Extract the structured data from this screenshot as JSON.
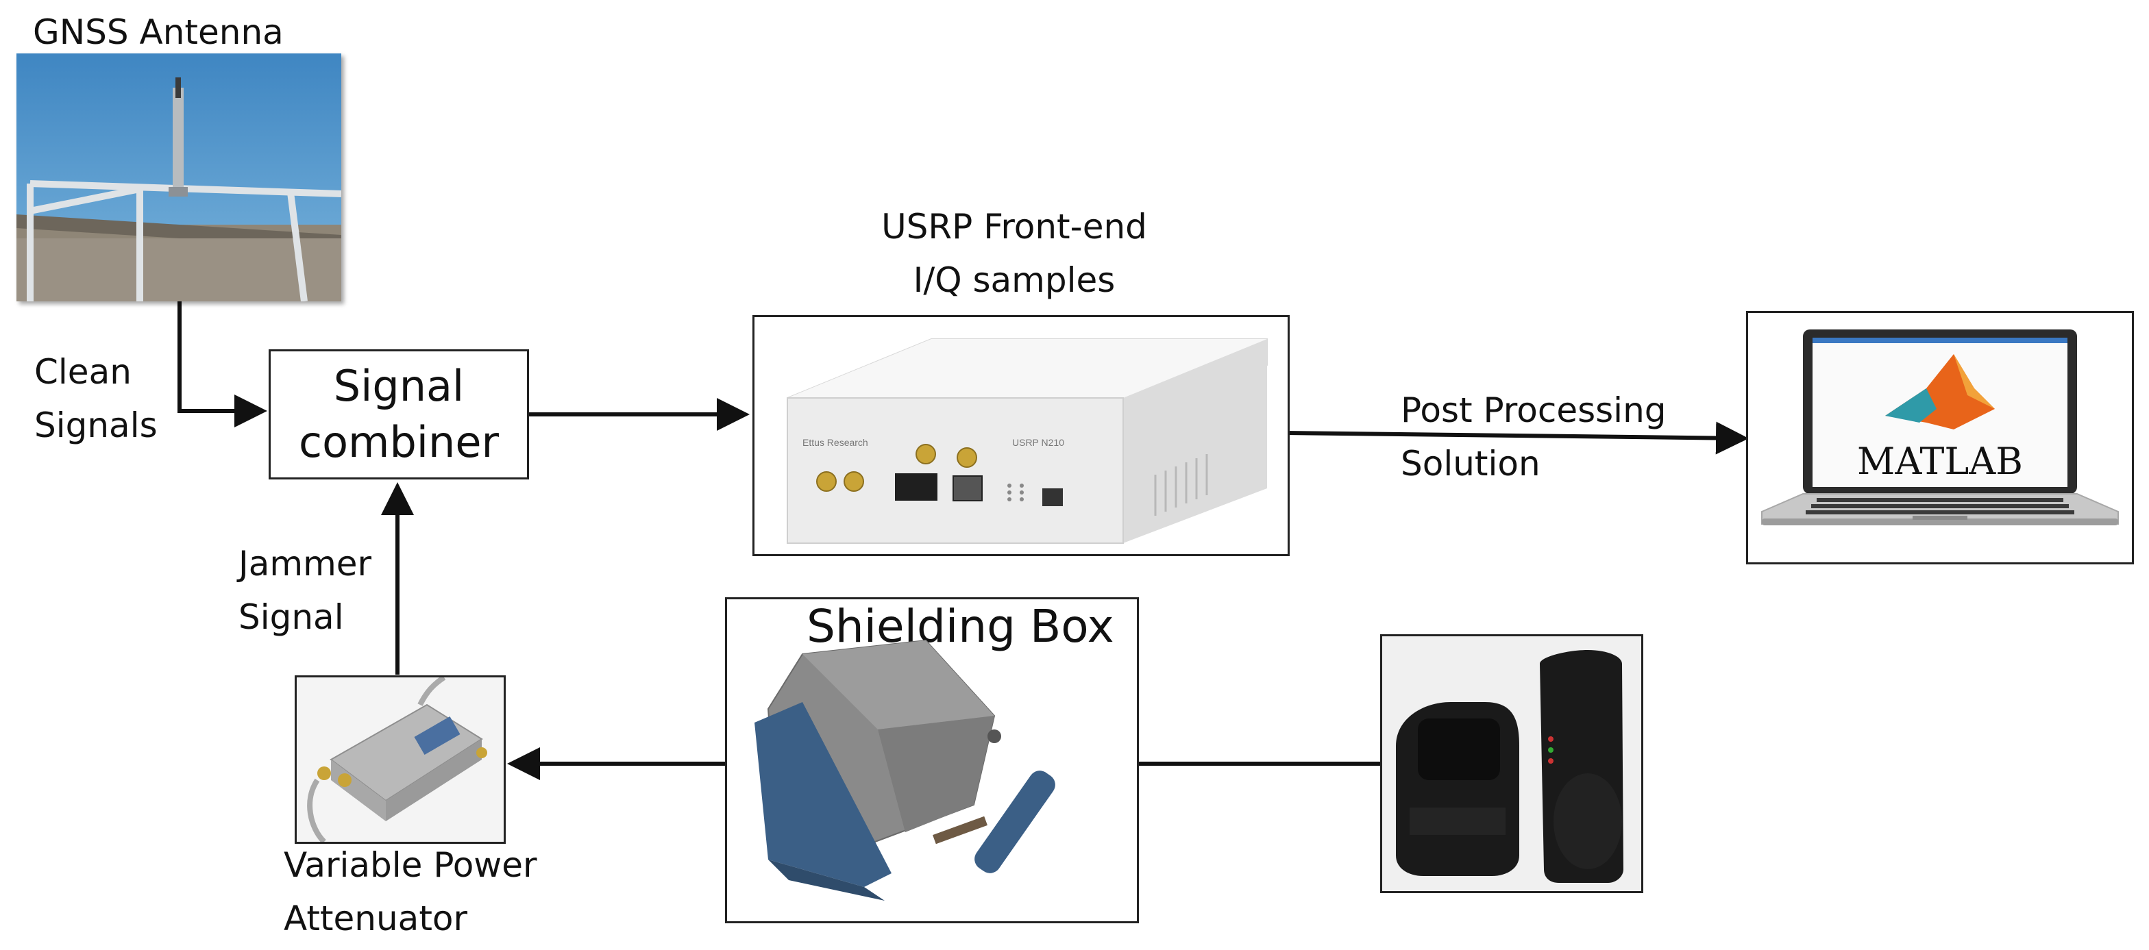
{
  "nodes": {
    "antenna": {
      "label": "GNSS Antenna"
    },
    "combiner": {
      "line1": "Signal",
      "line2": "combiner"
    },
    "usrp": {
      "caption_line1": "USRP Front-end",
      "caption_line2": "I/Q samples",
      "brand_text": "Ettus Research",
      "model_text": "USRP N210"
    },
    "laptop": {
      "logo_text": "MATLAB"
    },
    "shielding": {
      "label": "Shielding Box"
    },
    "attenuator": {
      "line1": "Variable Power",
      "line2": "Attenuator"
    },
    "jammer": {}
  },
  "edges": {
    "clean": {
      "line1": "Clean",
      "line2": "Signals"
    },
    "jam": {
      "line1": "Jammer",
      "line2": "Signal"
    },
    "post": {
      "line1": "Post Processing",
      "line2": "Solution"
    }
  },
  "colors": {
    "sky": "#4a90c8",
    "matlab_orange": "#e8641a",
    "matlab_teal": "#2f9aa8",
    "laptop_silver": "#c8c8c8",
    "shield_blue": "#3b5f86",
    "jammer_black": "#1a1a1a"
  }
}
